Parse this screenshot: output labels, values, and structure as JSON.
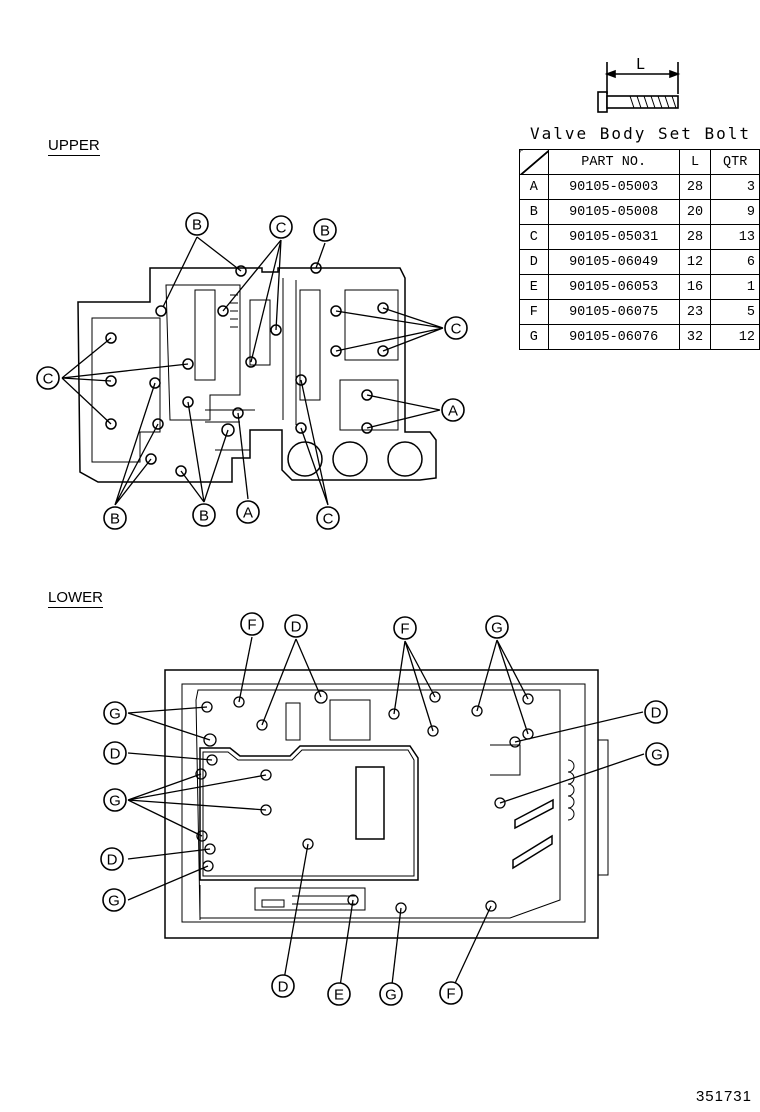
{
  "sections": {
    "upper": "UPPER",
    "lower": "LOWER"
  },
  "bolt_label": "L",
  "table_title": "Valve Body Set Bolt",
  "table_headers": {
    "part_no": "PART NO.",
    "length": "L",
    "qty": "QTR"
  },
  "table_rows": [
    {
      "code": "A",
      "part_no": "90105-05003",
      "length": "28",
      "qty": "3"
    },
    {
      "code": "B",
      "part_no": "90105-05008",
      "length": "20",
      "qty": "9"
    },
    {
      "code": "C",
      "part_no": "90105-05031",
      "length": "28",
      "qty": "13"
    },
    {
      "code": "D",
      "part_no": "90105-06049",
      "length": "12",
      "qty": "6"
    },
    {
      "code": "E",
      "part_no": "90105-06053",
      "length": "16",
      "qty": "1"
    },
    {
      "code": "F",
      "part_no": "90105-06075",
      "length": "23",
      "qty": "5"
    },
    {
      "code": "G",
      "part_no": "90105-06076",
      "length": "32",
      "qty": "12"
    }
  ],
  "upper_callouts": [
    "B",
    "C",
    "B",
    "C",
    "C",
    "A",
    "B",
    "B",
    "A",
    "C"
  ],
  "lower_callouts": [
    "F",
    "D",
    "F",
    "G",
    "G",
    "D",
    "D",
    "G",
    "G",
    "D",
    "G",
    "D",
    "E",
    "G",
    "F"
  ],
  "reference_number": "351731"
}
